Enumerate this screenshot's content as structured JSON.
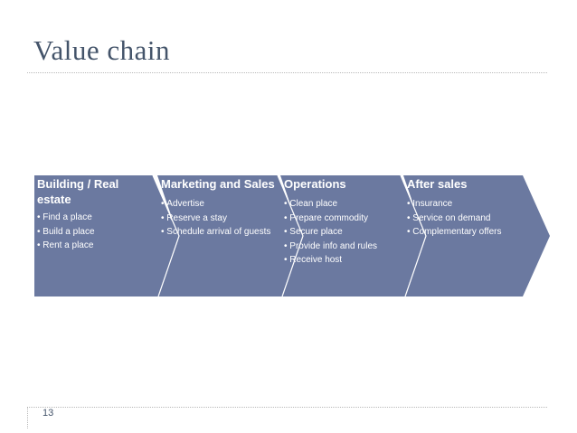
{
  "slide": {
    "title": "Value chain",
    "page_number": "13"
  },
  "chain": {
    "fill_color": "#6b79a0",
    "text_color": "#ffffff",
    "columns": [
      {
        "heading": "Building / Real estate",
        "items": [
          "Find a place",
          "Build a place",
          "Rent a place"
        ]
      },
      {
        "heading": "Marketing and Sales",
        "items": [
          "Advertise",
          "Reserve a stay",
          "Schedule arrival of guests"
        ]
      },
      {
        "heading": "Operations",
        "items": [
          "Clean place",
          "Prepare commodity",
          "Secure place",
          "Provide info and rules",
          "Receive host"
        ]
      },
      {
        "heading": "After sales",
        "items": [
          "Insurance",
          "Service on demand",
          "Complementary offers"
        ]
      }
    ]
  }
}
